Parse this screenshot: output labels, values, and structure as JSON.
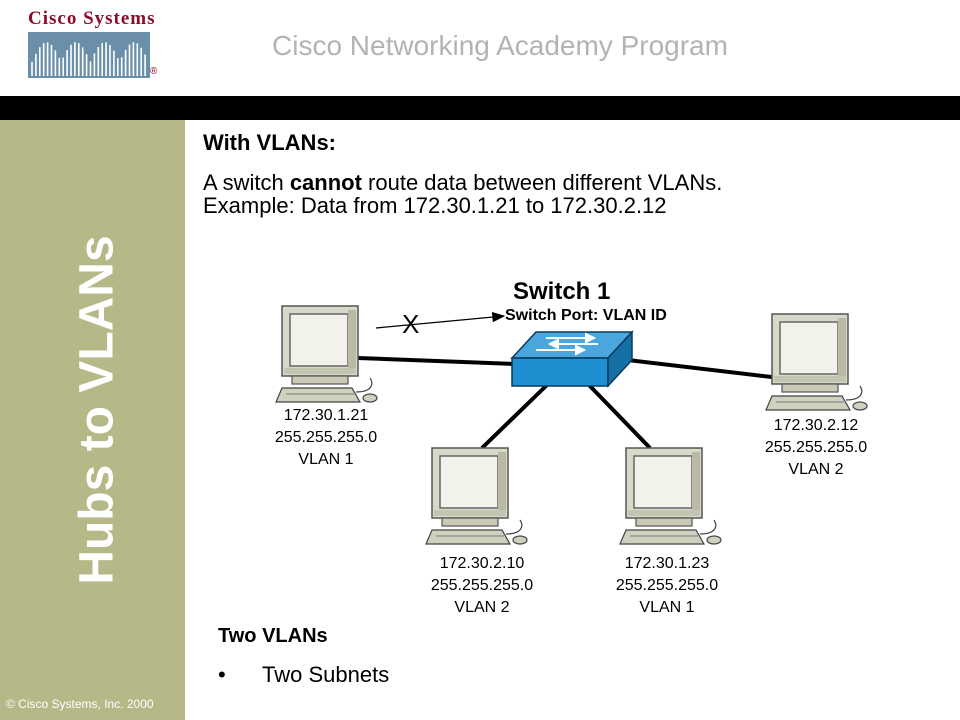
{
  "header": {
    "logo_text": "Cisco Systems",
    "program_title": "Cisco Networking Academy Program"
  },
  "sidebar": {
    "title": "Hubs to VLANs",
    "copyright": "© Cisco Systems, Inc. 2000"
  },
  "content": {
    "heading": "With VLANs:",
    "line1_pre": "A switch ",
    "line1_bold": "cannot",
    "line1_post": " route data between different VLANs.",
    "line2": "Example:  Data from 172.30.1.21 to 172.30.2.12"
  },
  "diagram": {
    "switch_title": "Switch 1",
    "switch_port_label": "Switch Port: VLAN ID",
    "blocked_mark": "X",
    "hosts": [
      {
        "ip": "172.30.1.21",
        "mask": "255.255.255.0",
        "vlan": "VLAN 1"
      },
      {
        "ip": "172.30.2.12",
        "mask": "255.255.255.0",
        "vlan": "VLAN 2"
      },
      {
        "ip": "172.30.2.10",
        "mask": "255.255.255.0",
        "vlan": "VLAN 2"
      },
      {
        "ip": "172.30.1.23",
        "mask": "255.255.255.0",
        "vlan": "VLAN 1"
      }
    ]
  },
  "summary": {
    "heading": "Two VLANs",
    "bullet": "•",
    "item": "Two Subnets"
  },
  "colors": {
    "sidebar": "#b7b887",
    "top_bar": "#000000",
    "logo_text": "#8b0d2a",
    "switch": "#1e8fd0",
    "computer_body": "#d9d9c9"
  }
}
